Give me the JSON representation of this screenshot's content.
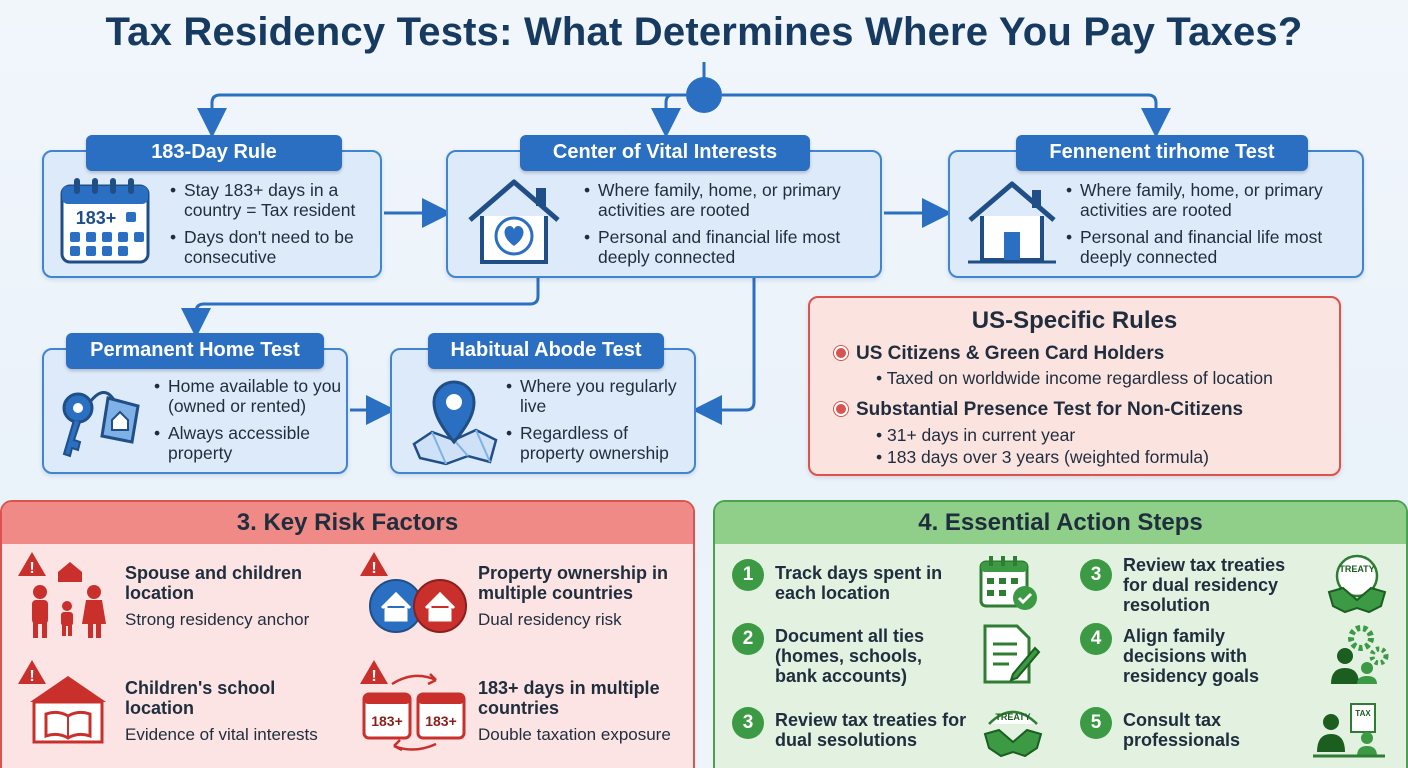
{
  "title": "Tax Residency Tests: What Determines Where You Pay Taxes?",
  "colors": {
    "primary_blue": "#2b6fc2",
    "risk_red": "#d9534f",
    "action_green": "#3c9a44"
  },
  "tests": [
    {
      "id": "day-rule",
      "title": "183-Day Rule",
      "icon": "calendar-icon",
      "icon_text": "183+",
      "bullets": [
        "Stay 183+ days in a country = Tax resident",
        "Days don't need to be consecutive"
      ]
    },
    {
      "id": "vital-interests",
      "title": "Center of Vital Interests",
      "icon": "house-heart-icon",
      "bullets": [
        "Where family, home, or primary activities are rooted",
        "Personal and financial life most deeply connected"
      ]
    },
    {
      "id": "fennenent-home",
      "title": "Fennenent tirhome Test",
      "icon": "house-icon",
      "bullets": [
        "Where family, home, or primary activities are rooted",
        "Personal and financial life most deeply connected"
      ]
    },
    {
      "id": "permanent-home",
      "title": "Permanent Home Test",
      "icon": "keys-icon",
      "bullets": [
        "Home available to you (owned or rented)",
        "Always accessible property"
      ]
    },
    {
      "id": "habitual-abode",
      "title": "Habitual Abode Test",
      "icon": "map-pin-icon",
      "bullets": [
        "Where you regularly live",
        "Regardless of property ownership"
      ]
    }
  ],
  "us_rules": {
    "title": "US-Specific Rules",
    "rules": [
      {
        "label": "US Citizens & Green Card Holders",
        "details": [
          "Taxed on worldwide income regardless of location"
        ]
      },
      {
        "label": "Substantial Presence Test for Non-Citizens",
        "details": [
          "31+ days in current year",
          "183 days over 3 years (weighted formula)"
        ]
      }
    ]
  },
  "risk_factors": {
    "title": "3. Key Risk Factors",
    "items": [
      {
        "title": "Spouse and children location",
        "desc": "Strong residency anchor",
        "icon": "family-icon"
      },
      {
        "title": "Property ownership in multiple countries",
        "desc": "Dual residency risk",
        "icon": "two-houses-icon"
      },
      {
        "title": "Children's school location",
        "desc": "Evidence of vital interests",
        "icon": "school-icon"
      },
      {
        "title": "183+ days in multiple countries",
        "desc": "Double taxation exposure",
        "icon": "calendars-icon",
        "icon_text": "183+"
      }
    ]
  },
  "action_steps": {
    "title": "4. Essential Action Steps",
    "steps": [
      {
        "num": "1",
        "text": "Track days spent in each location",
        "icon": "calendar-check-icon"
      },
      {
        "num": "2",
        "text": "Document all ties (homes, schools, bank accounts)",
        "icon": "document-pen-icon"
      },
      {
        "num": "3",
        "text": "Review tax treaties for dual sesolutions",
        "icon": "treaty-handshake-icon",
        "icon_text": "TREATY"
      },
      {
        "num": "3",
        "text": "Review tax treaties for dual residency resolution",
        "icon": "treaty-handshake-icon",
        "icon_text": "TREATY"
      },
      {
        "num": "4",
        "text": "Align family decisions with residency goals",
        "icon": "family-gears-icon"
      },
      {
        "num": "5",
        "text": "Consult tax professionals",
        "icon": "tax-professional-icon",
        "icon_text": "TAX"
      }
    ]
  }
}
